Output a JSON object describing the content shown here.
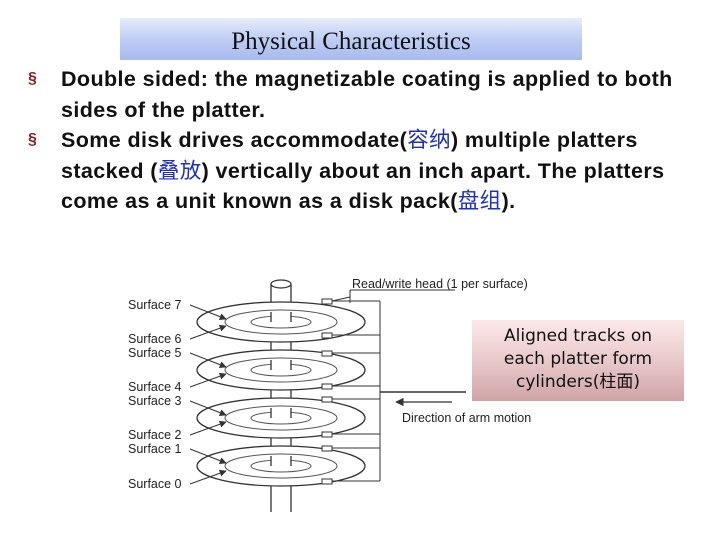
{
  "slide": {
    "title": "Physical Characteristics",
    "bullets": [
      {
        "parts": [
          "Double sided: the magnetizable coating is applied to both sides of the platter."
        ]
      },
      {
        "parts": [
          "Some disk drives accommodate(",
          "容纳",
          ") multiple platters stacked (",
          "叠放",
          ") vertically about an inch apart. The platters come as a unit known as a disk pack(",
          "盘组",
          ")."
        ]
      }
    ],
    "bullet_marker": "§"
  },
  "diagram": {
    "head_label": "Read/write head (1 per surface)",
    "arm_label": "Direction of arm motion",
    "surface_labels": [
      "Surface 7",
      "Surface 6",
      "Surface 5",
      "Surface 4",
      "Surface 3",
      "Surface 2",
      "Surface 1",
      "Surface 0"
    ],
    "callout": {
      "line1": "Aligned tracks on",
      "line2": "each platter form",
      "line3": "cylinders(柱面)"
    }
  }
}
